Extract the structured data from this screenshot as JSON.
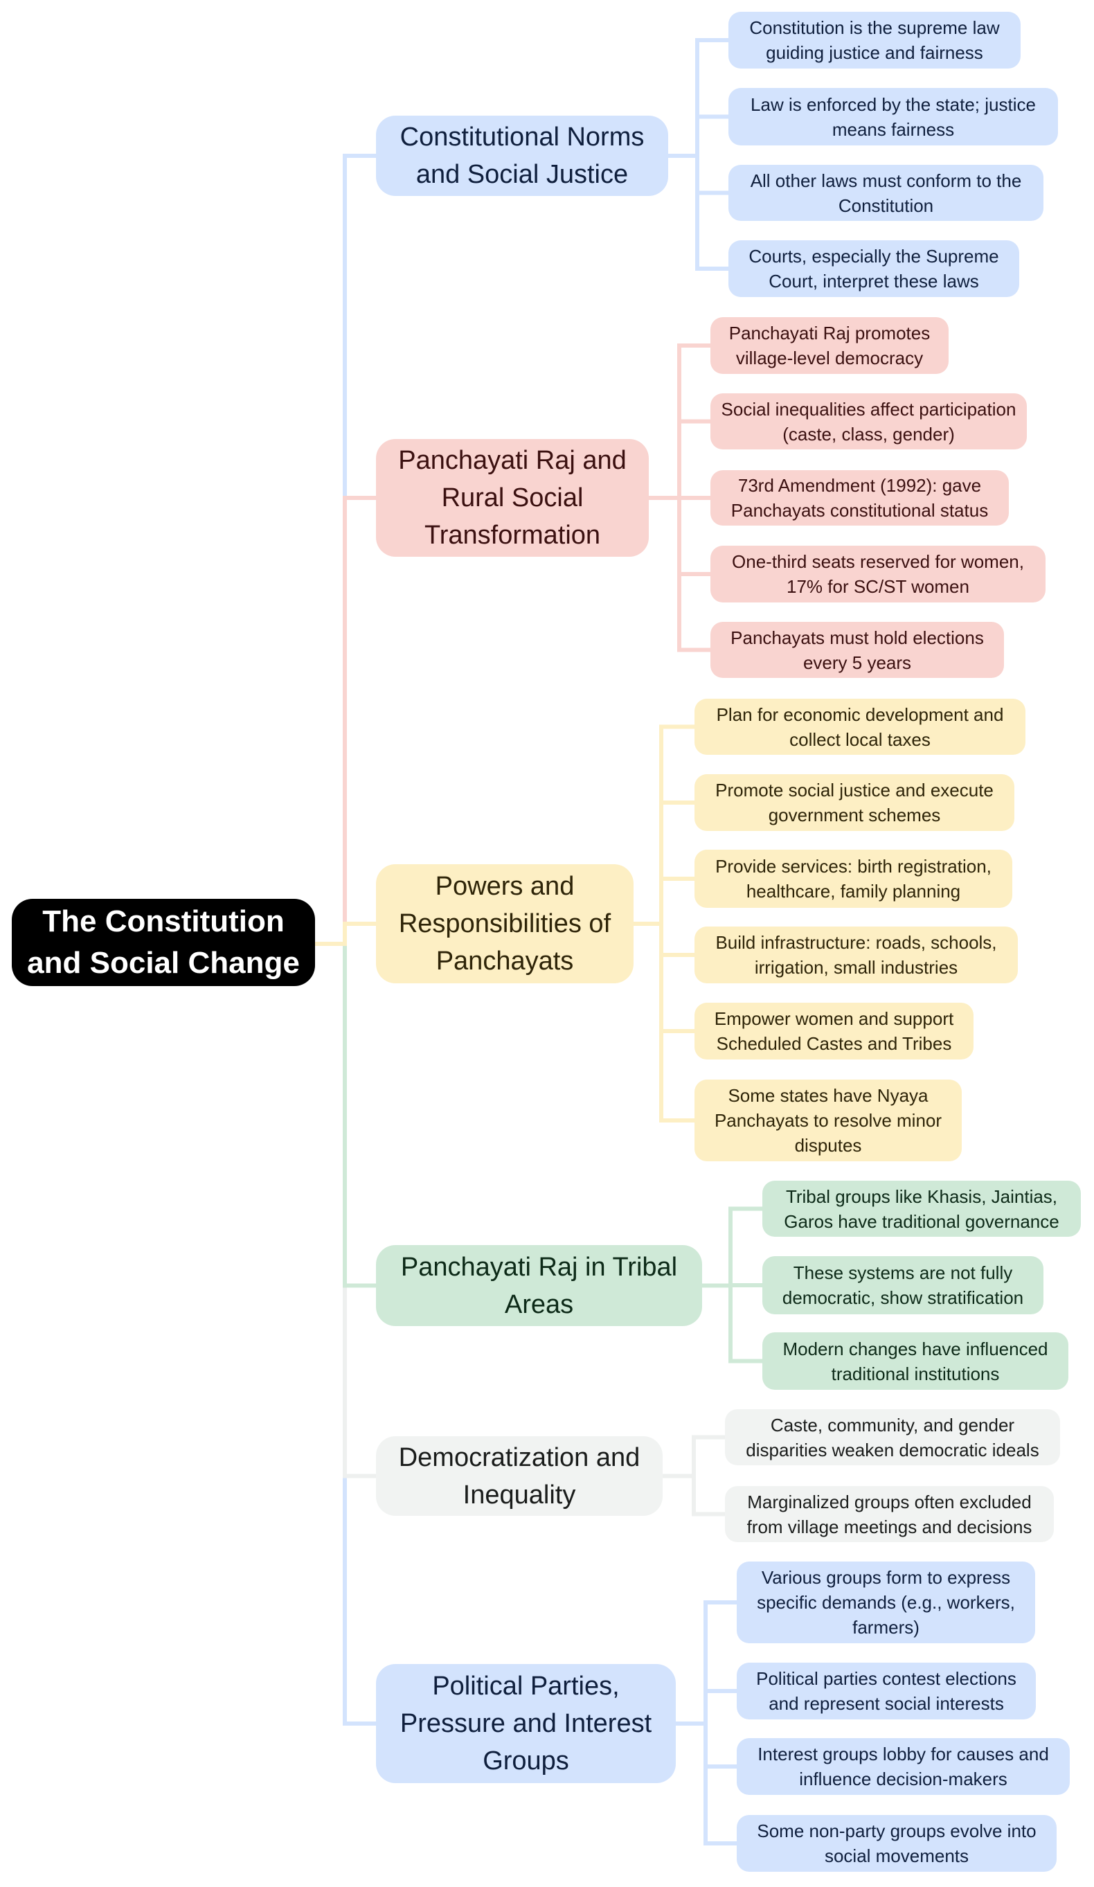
{
  "root": {
    "label": "The Constitution and Social Change"
  },
  "colors": {
    "blue": {
      "fill": "#d3e3fd",
      "line": "#d3e3fd",
      "text": "#0f1f3d"
    },
    "red": {
      "fill": "#f9d4d0",
      "line": "#f9d4d0",
      "text": "#3b1010"
    },
    "yellow": {
      "fill": "#fdefc4",
      "line": "#fdefc4",
      "text": "#2e2408"
    },
    "green": {
      "fill": "#cfe9d7",
      "line": "#cfe9d7",
      "text": "#0d2a18"
    },
    "gray": {
      "fill": "#f1f3f2",
      "line": "#eef0ef",
      "text": "#1a1c1b"
    }
  },
  "branches": [
    {
      "label": "Constitutional Norms and Social Justice",
      "color": "blue",
      "children": [
        "Constitution is the supreme law guiding justice and fairness",
        "Law is enforced by the state; justice means fairness",
        "All other laws must conform to the Constitution",
        "Courts, especially the Supreme Court, interpret these laws"
      ]
    },
    {
      "label": "Panchayati Raj and Rural Social Transformation",
      "color": "red",
      "children": [
        "Panchayati Raj promotes village-level democracy",
        "Social inequalities affect participation (caste, class, gender)",
        "73rd Amendment (1992): gave Panchayats constitutional status",
        "One-third seats reserved for women, 17% for SC/ST women",
        "Panchayats must hold elections every 5 years"
      ]
    },
    {
      "label": "Powers and Responsibilities of Panchayats",
      "color": "yellow",
      "children": [
        "Plan for economic development and collect local taxes",
        "Promote social justice and execute government schemes",
        "Provide services: birth registration, healthcare, family planning",
        "Build infrastructure: roads, schools, irrigation, small industries",
        "Empower women and support Scheduled Castes and Tribes",
        "Some states have Nyaya Panchayats to resolve minor disputes"
      ]
    },
    {
      "label": "Panchayati Raj in Tribal Areas",
      "color": "green",
      "children": [
        "Tribal groups like Khasis, Jaintias, Garos have traditional governance",
        "These systems are not fully democratic, show stratification",
        "Modern changes have influenced traditional institutions"
      ]
    },
    {
      "label": "Democratization and Inequality",
      "color": "gray",
      "children": [
        "Caste, community, and gender disparities weaken democratic ideals",
        "Marginalized groups often excluded from village meetings and decisions"
      ]
    },
    {
      "label": "Political Parties, Pressure and Interest Groups",
      "color": "blue",
      "children": [
        "Various groups form to express specific demands (e.g., workers, farmers)",
        "Political parties contest elections and represent social interests",
        "Interest groups lobby for causes and influence decision-makers",
        "Some non-party groups evolve into social movements"
      ]
    }
  ]
}
